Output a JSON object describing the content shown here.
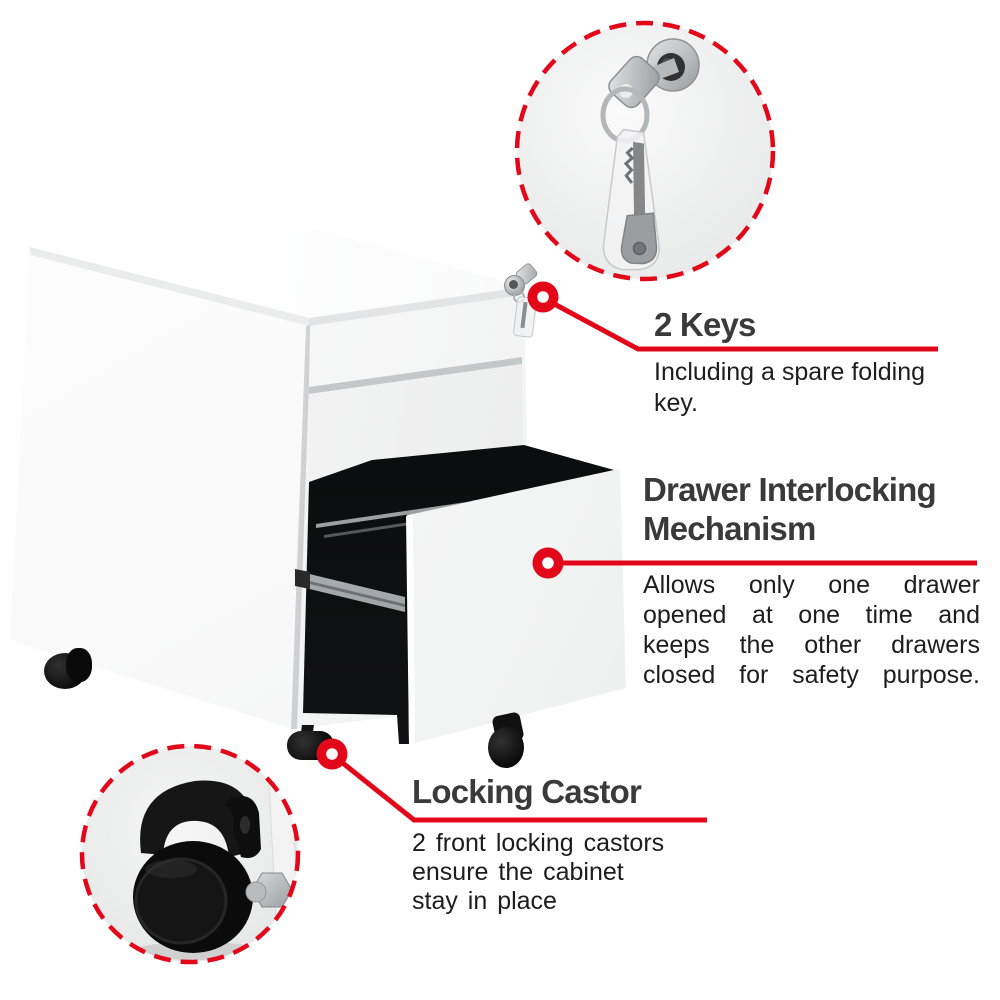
{
  "colors": {
    "accent": "#e2081a",
    "heading_text": "#3a3a3a",
    "body_text": "#1d1d1d",
    "cabinet_white": "#f3f4f4",
    "drawer_interior_black": "#121314",
    "metal_silver": "#c3c8cb"
  },
  "callouts": {
    "keys": {
      "title": "2 Keys",
      "body_lines": [
        "Including a spare folding",
        "key."
      ]
    },
    "interlock": {
      "title": "Drawer Interlocking Mechanism",
      "body_lines": [
        "Allows only one drawer",
        "opened at one time and",
        "keeps the other drawers",
        "closed for safety purpose."
      ]
    },
    "castor": {
      "title": "Locking Castor",
      "body_lines": [
        "2 front locking castors",
        "ensure the cabinet",
        "stay in place"
      ]
    }
  }
}
